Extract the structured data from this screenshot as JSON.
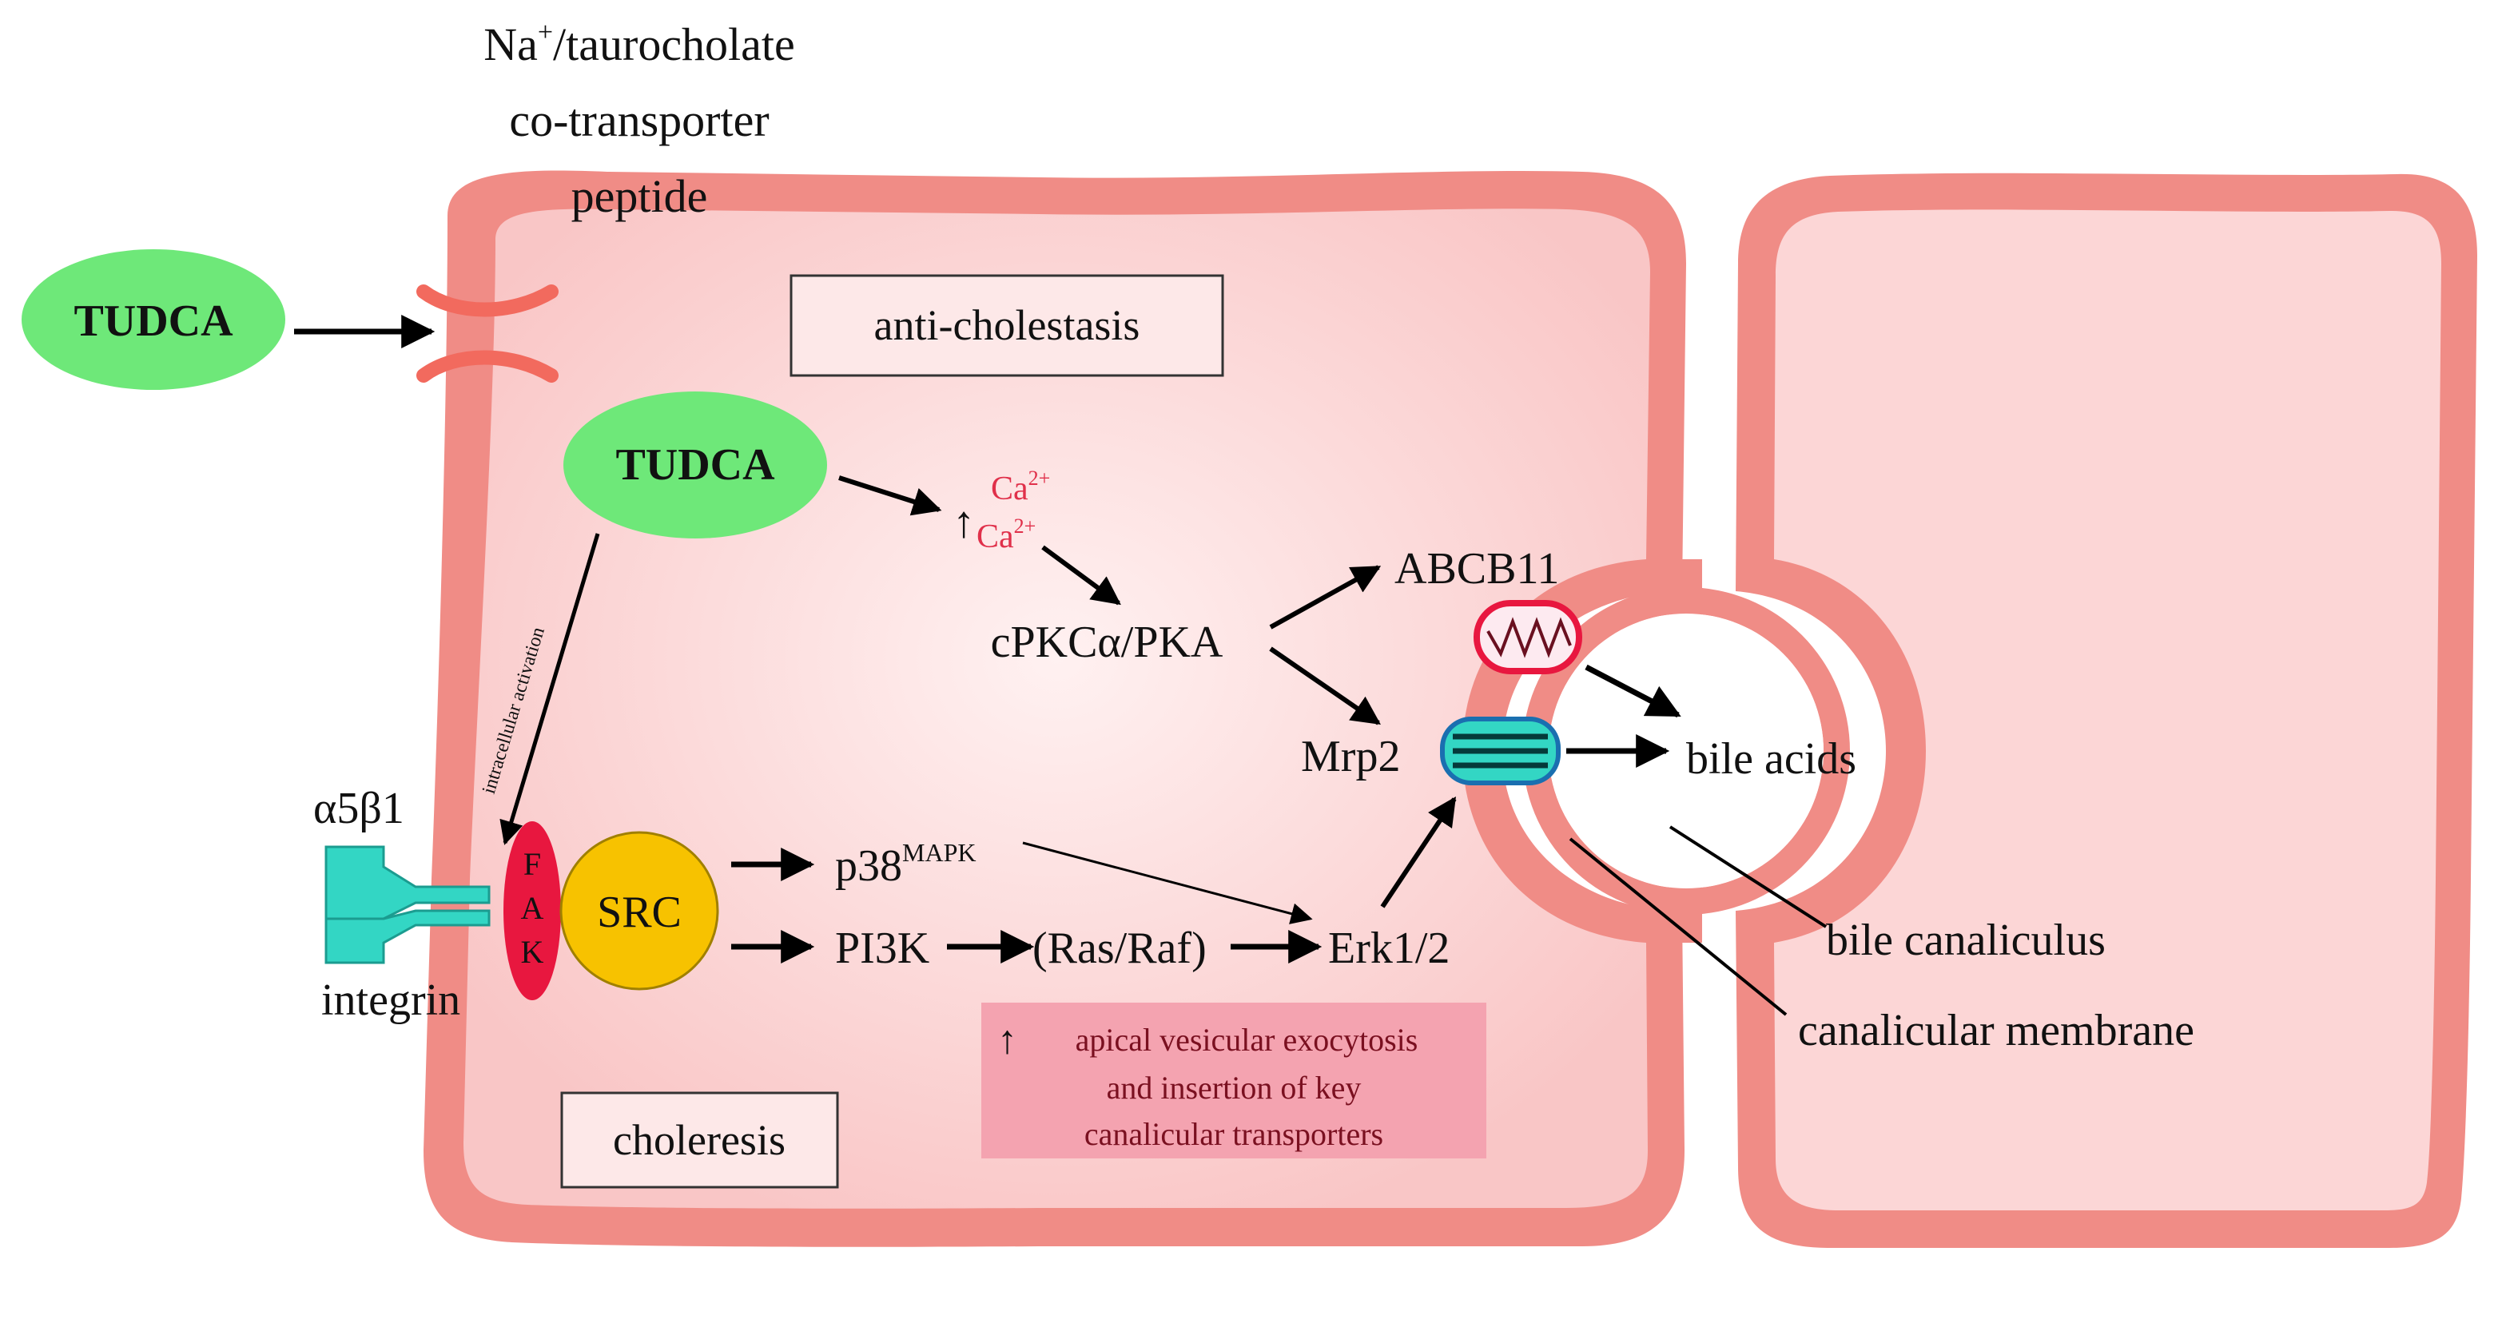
{
  "ntcp_label": {
    "line1": "Na",
    "sup": "+",
    "line1_rest": "/taurocholate",
    "line2": "co-transporter",
    "line3": "peptide"
  },
  "tudca_outside": "TUDCA",
  "tudca_inside": "TUDCA",
  "anti_cholestasis": "anti-cholestasis",
  "choleresis": "choleresis",
  "intracellular_activation": "intracellular activation",
  "calcium": {
    "up_arrow": "↑",
    "ca1": "Ca",
    "ca1_sup": "2+",
    "ca2": "Ca",
    "ca2_sup": "2+"
  },
  "cpkc_pka": "cPKCα/PKA",
  "abcb11": "ABCB11",
  "mrp2": "Mrp2",
  "bile_acids": "bile acids",
  "integrin": {
    "alpha_beta": "α5β1",
    "label": "integrin"
  },
  "fak": [
    "F",
    "A",
    "K"
  ],
  "src": "SRC",
  "p38": {
    "main": "p38",
    "sup": "MAPK"
  },
  "pi3k": "PI3K",
  "ras_raf": "(Ras/Raf)",
  "erk": "Erk1/2",
  "exocytosis": {
    "up_arrow": "↑",
    "line1": "apical vesicular exocytosis",
    "line2": "and insertion of key",
    "line3": "canalicular transporters"
  },
  "bile_canaliculus": "bile canaliculus",
  "canalicular_membrane": "canalicular membrane",
  "colors": {
    "membrane": "#f08c86",
    "cytoplasm": "#fcd6d6",
    "tudca": "#6ee879",
    "integrin": "#33d6c4",
    "fak": "#e8173f",
    "src": "#f7c200",
    "exocytosis_box": "#f4a3b0",
    "calcium": "#e0304a"
  }
}
